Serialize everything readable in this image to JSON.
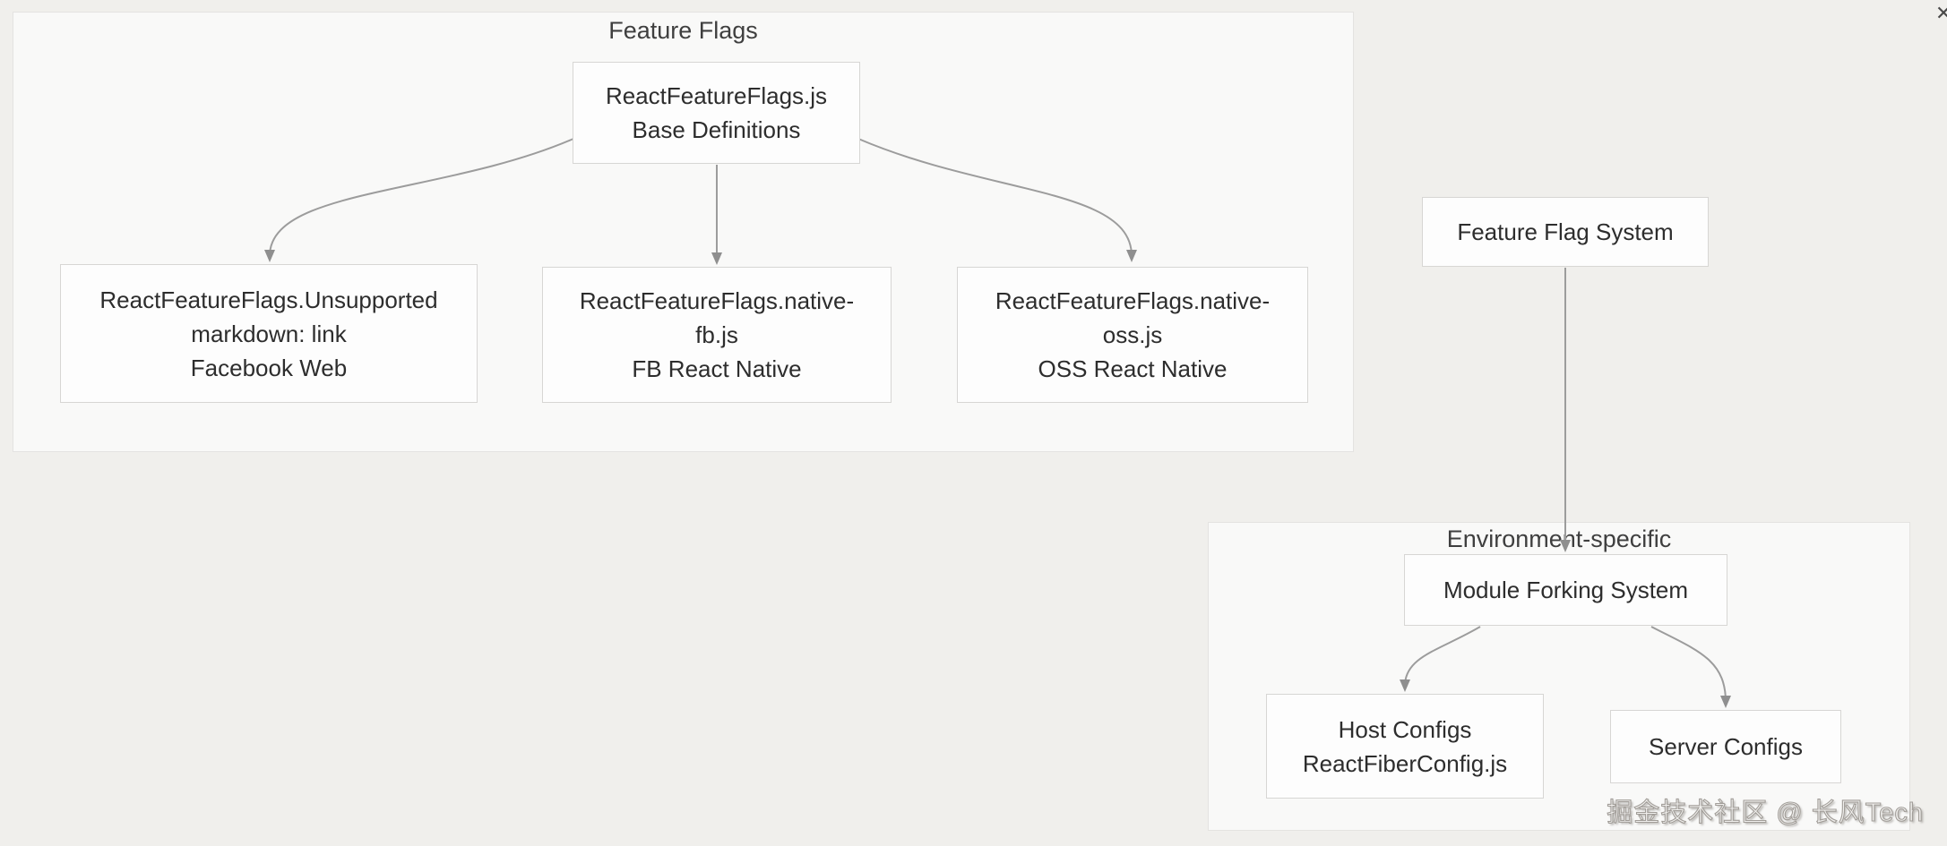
{
  "diagram": {
    "clusters": [
      {
        "id": "feature-flags",
        "title": "Feature Flags"
      },
      {
        "id": "environment-specific",
        "title": "Environment-specific"
      }
    ],
    "nodes": {
      "base": {
        "lines": [
          "ReactFeatureFlags.js",
          "Base Definitions"
        ]
      },
      "facebook_web": {
        "lines": [
          "ReactFeatureFlags.Unsupported",
          "markdown: link",
          "Facebook Web"
        ]
      },
      "fb_react_native": {
        "lines": [
          "ReactFeatureFlags.native-",
          "fb.js",
          "FB React Native"
        ]
      },
      "oss_react_native": {
        "lines": [
          "ReactFeatureFlags.native-",
          "oss.js",
          "OSS React Native"
        ]
      },
      "feature_flag_system": {
        "lines": [
          "Feature Flag System"
        ]
      },
      "module_forking_system": {
        "lines": [
          "Module Forking System"
        ]
      },
      "host_configs": {
        "lines": [
          "Host Configs",
          "ReactFiberConfig.js"
        ]
      },
      "server_configs": {
        "lines": [
          "Server Configs"
        ]
      }
    },
    "edges": [
      {
        "from": "base",
        "to": "facebook_web"
      },
      {
        "from": "base",
        "to": "fb_react_native"
      },
      {
        "from": "base",
        "to": "oss_react_native"
      },
      {
        "from": "feature_flag_system",
        "to": "module_forking_system"
      },
      {
        "from": "module_forking_system",
        "to": "host_configs"
      },
      {
        "from": "module_forking_system",
        "to": "server_configs"
      }
    ]
  },
  "watermark": {
    "text": "掘金技术社区 @ 长风Tech"
  },
  "corner_glyph": "✕",
  "colors": {
    "page_bg": "#f0efec",
    "cluster_bg": "#f9f9f8",
    "cluster_border": "#e4e3e1",
    "node_bg": "#fdfdfd",
    "node_border": "#d7d6d4",
    "edge": "#9c9c9c",
    "arrowhead": "#8f8f8f",
    "node_text": "#2d2d2d",
    "title_text": "#3f3f3f"
  }
}
